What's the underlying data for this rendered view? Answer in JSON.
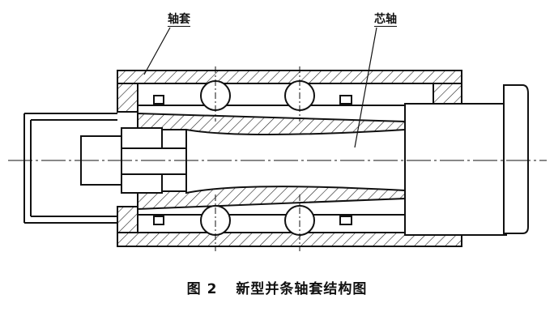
{
  "labels": {
    "sleeve": "轴套",
    "mandrel": "芯轴"
  },
  "caption": {
    "figure_number": "图 2",
    "title": "新型并条轴套结构图"
  }
}
